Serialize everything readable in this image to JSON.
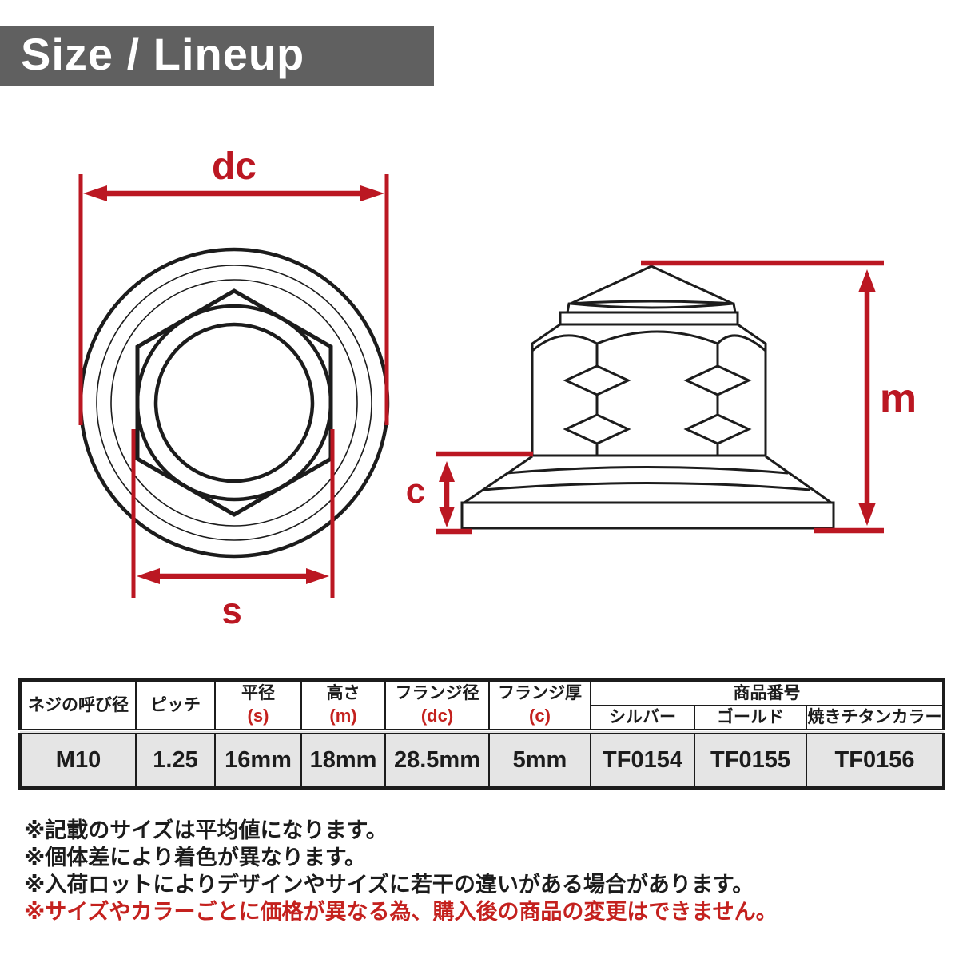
{
  "colors": {
    "ink": "#1c1c1c",
    "red_dim": "#bb1722",
    "red_accent": "#c4211e",
    "banner_bg": "#606060",
    "row_bg": "#e5e5e5"
  },
  "header": {
    "title": "Size / Lineup"
  },
  "diagram": {
    "labels": {
      "flange_diameter": "dc",
      "width_across_flats": "s",
      "height": "m",
      "flange_thickness": "c"
    }
  },
  "table": {
    "headers": {
      "nominal": "ネジの呼び径",
      "pitch": "ピッチ",
      "width_af": "平径",
      "width_af_sym": "(s)",
      "height": "高さ",
      "height_sym": "(m)",
      "flange_dia": "フランジ径",
      "flange_dia_sym": "(dc)",
      "flange_thk": "フランジ厚",
      "flange_thk_sym": "(c)",
      "product_no": "商品番号",
      "silver": "シルバー",
      "gold": "ゴールド",
      "burnt_titanium": "焼きチタンカラー"
    },
    "row": {
      "nominal": "M10",
      "pitch": "1.25",
      "width_af": "16mm",
      "height": "18mm",
      "flange_dia": "28.5mm",
      "flange_thk": "5mm",
      "silver": "TF0154",
      "gold": "TF0155",
      "burnt_titanium": "TF0156"
    }
  },
  "notes": [
    {
      "text": "※記載のサイズは平均値になります。"
    },
    {
      "text": "※個体差により着色が異なります。"
    },
    {
      "text": "※入荷ロットによりデザインやサイズに若干の違いがある場合があります。"
    },
    {
      "text": "※サイズやカラーごとに価格が異なる為、購入後の商品の変更はできません。"
    }
  ]
}
